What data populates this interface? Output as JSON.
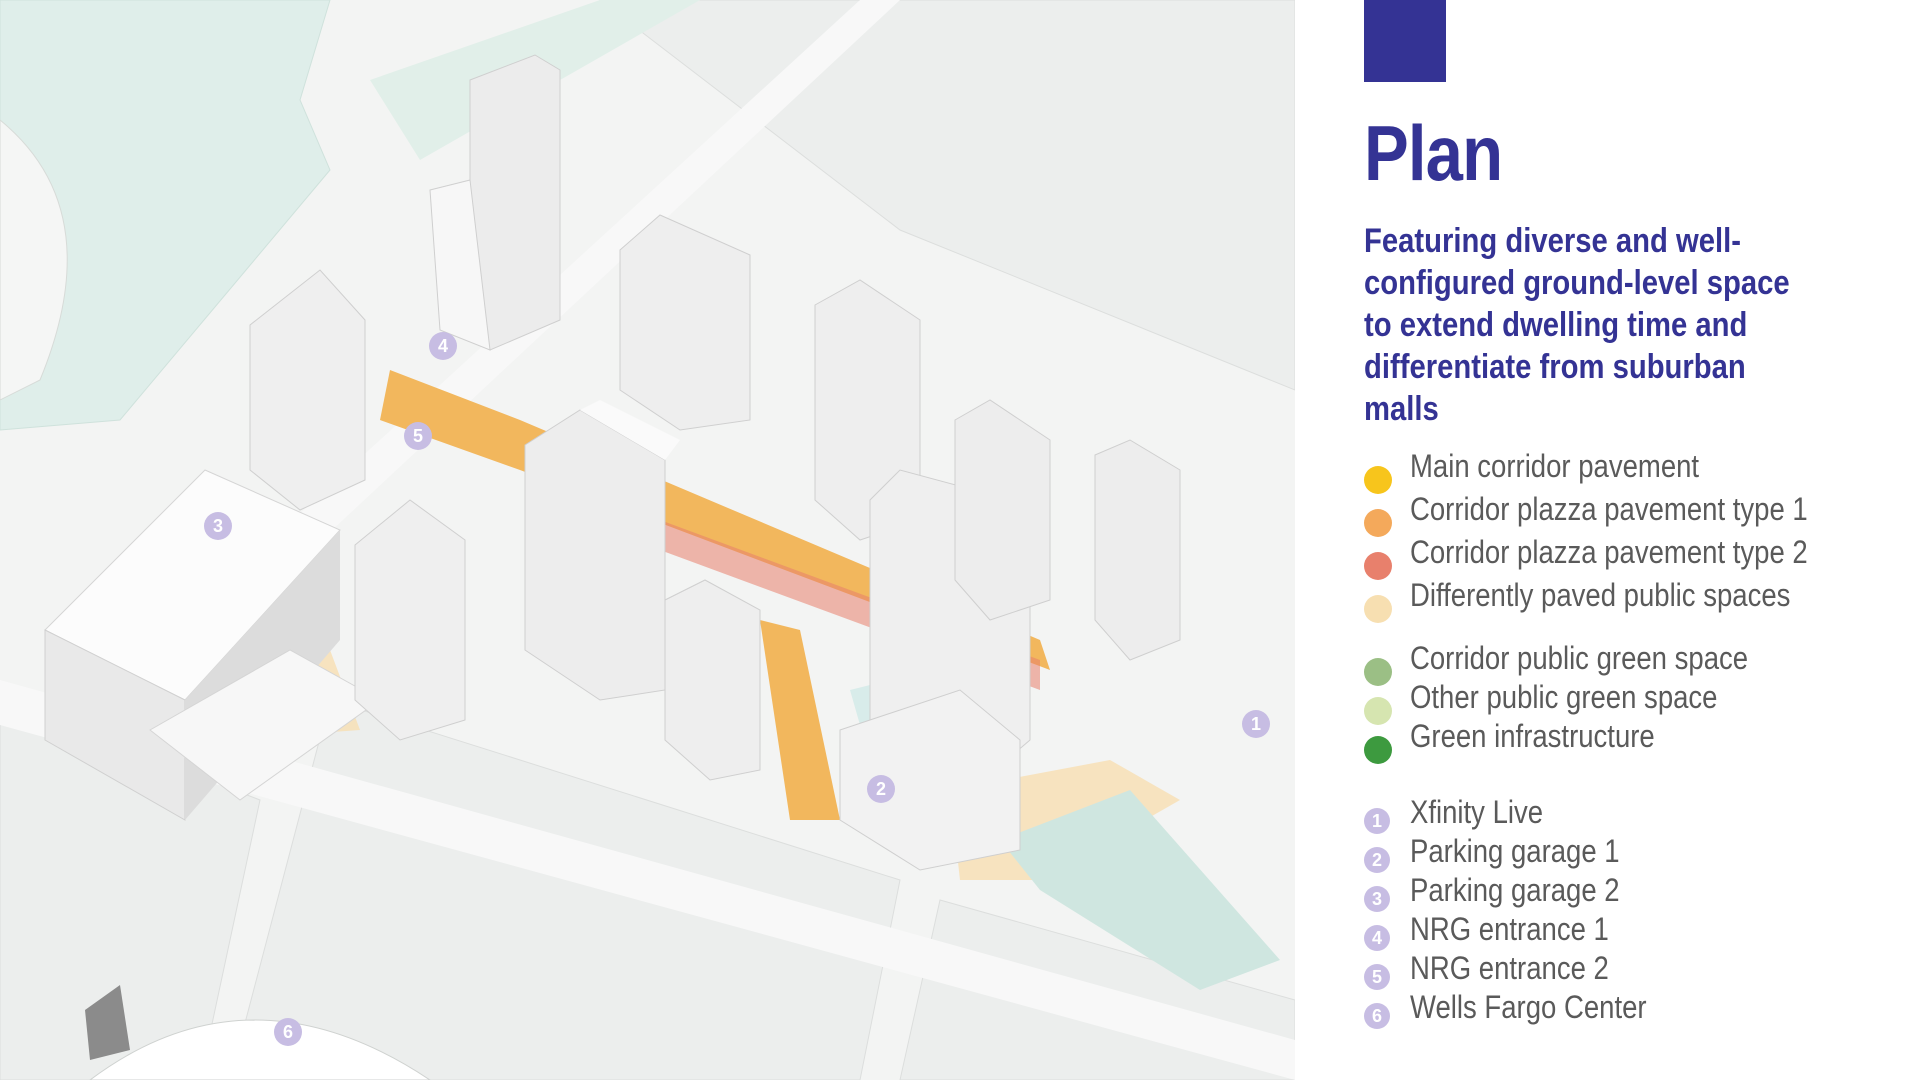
{
  "colors": {
    "accent": "#343394",
    "main_corridor": "#f7c51c",
    "plaza_type1": "#f4a95b",
    "plaza_type2": "#e8806c",
    "paved_public": "#f7dfb1",
    "corridor_green": "#9bbf85",
    "other_green": "#d6e5b0",
    "green_infra": "#3d9a3f",
    "marker": "#c7bde3"
  },
  "panel": {
    "title": "Plan",
    "subtitle": "Featuring diverse and well-configured ground-level space to extend dwelling time and differentiate from suburban malls"
  },
  "legend": {
    "pavement": [
      {
        "label": "Main corridor pavement",
        "color": "#f7c51c"
      },
      {
        "label": "Corridor plazza pavement type 1",
        "color": "#f4a95b"
      },
      {
        "label": "Corridor plazza pavement type 2",
        "color": "#e8806c"
      },
      {
        "label": "Differently paved public spaces",
        "color": "#f7dfb1"
      }
    ],
    "green": [
      {
        "label": "Corridor public green space",
        "color": "#9bbf85"
      },
      {
        "label": "Other public green space",
        "color": "#d6e5b0"
      },
      {
        "label": "Green infrastructure",
        "color": "#3d9a3f"
      }
    ],
    "landmarks": [
      {
        "num": "1",
        "label": "Xfinity Live"
      },
      {
        "num": "2",
        "label": "Parking garage 1"
      },
      {
        "num": "3",
        "label": "Parking garage 2"
      },
      {
        "num": "4",
        "label": "NRG entrance 1"
      },
      {
        "num": "5",
        "label": "NRG entrance 2"
      },
      {
        "num": "6",
        "label": "Wells Fargo Center"
      }
    ]
  },
  "map_markers": [
    "1",
    "2",
    "3",
    "4",
    "5",
    "6"
  ]
}
